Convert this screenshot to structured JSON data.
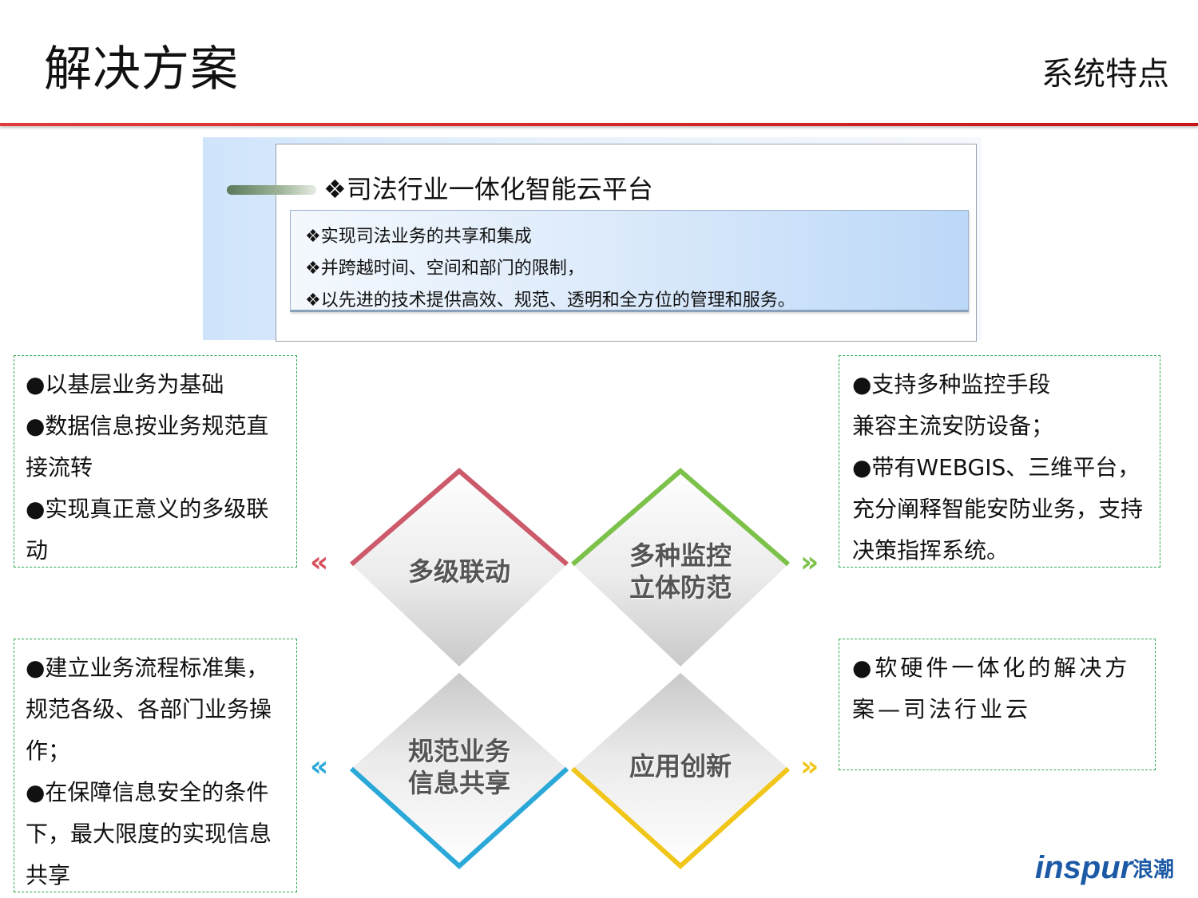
{
  "header": {
    "title": "解决方案",
    "subtitle": "系统特点"
  },
  "platform": {
    "title": "❖司法行业一体化智能云平台",
    "lines": [
      "❖实现司法业务的共享和集成",
      "❖并跨越时间、空间和部门的限制，",
      "❖以先进的技术提供高效、规范、透明和全方位的管理和服务。"
    ]
  },
  "boxes": {
    "top_left": [
      "●以基层业务为基础",
      "●数据信息按业务规范直接流转",
      "●实现真正意义的多级联动"
    ],
    "top_right": [
      "●支持多种监控手段",
      "兼容主流安防设备；",
      "●带有WEBGIS、三维平台，充分阐释智能安防业务，支持决策指挥系统。"
    ],
    "bottom_left": [
      "●建立业务流程标准集，规范各级、各部门业务操作；",
      "●在保障信息安全的条件下，最大限度的实现信息共享"
    ],
    "bottom_right": [
      "●软硬件一体化的解决方案—司法行业云"
    ]
  },
  "diamonds": {
    "tl": {
      "label": "多级联动",
      "color": "#cc5a6a"
    },
    "tr": {
      "label_1": "多种监控",
      "label_2": "立体防范",
      "color": "#7cc24a"
    },
    "bl": {
      "label_1": "规范业务",
      "label_2": "信息共享",
      "color": "#2aa8d8"
    },
    "br": {
      "label": "应用创新",
      "color": "#f1c61a"
    }
  },
  "arrows": {
    "left": "«",
    "right": "»",
    "tl_color": "#d8505e",
    "bl_color": "#2aa8d8",
    "tr_color": "#7cc24a",
    "br_color": "#f1c61a"
  },
  "logo": {
    "brand": "inspur",
    "chinese": "浪潮",
    "color": "#1d5aa6"
  }
}
